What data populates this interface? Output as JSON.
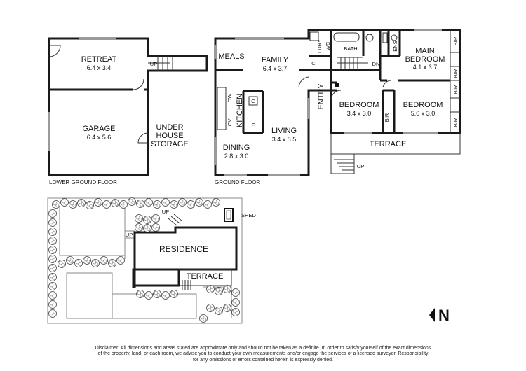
{
  "lower_ground": {
    "caption": "LOWER GROUND FLOOR",
    "retreat": {
      "name": "RETREAT",
      "dims": "6.4 x 3.4"
    },
    "garage": {
      "name": "GARAGE",
      "dims": "6.4 x 5.6"
    },
    "storage": {
      "line1": "UNDER",
      "line2": "HOUSE",
      "line3": "STORAGE"
    },
    "stair_up": "UP"
  },
  "ground": {
    "caption": "GROUND FLOOR",
    "meals": "MEALS",
    "family": {
      "name": "FAMILY",
      "dims": "6.4 x 3.7"
    },
    "kitchen": "KITCHEN",
    "dining": {
      "name": "DINING",
      "dims": "2.8 x 3.0"
    },
    "living": {
      "name": "LIVING",
      "dims": "3.4 x 5.5"
    },
    "entry": "ENTRY",
    "bath": "BATH",
    "ldry": "LDRY",
    "wc": "WC",
    "ens": "ENS",
    "main_bedroom": {
      "line1": "MAIN",
      "line2": "BEDROOM",
      "dims": "4.1 x 3.7"
    },
    "bedroom2": {
      "name": "BEDROOM",
      "dims": "3.4 x 3.0"
    },
    "bedroom3": {
      "name": "BEDROOM",
      "dims": "5.0 x 3.0"
    },
    "terrace": "TERRACE",
    "bir": "BIR",
    "c": "C",
    "f": "F",
    "dw": "DW",
    "ov": "OV",
    "dn": "DN",
    "up": "UP"
  },
  "site": {
    "residence": "RESIDENCE",
    "terrace": "TERRACE",
    "shed": "SHED",
    "up": "UP"
  },
  "north": "N",
  "disclaimer": {
    "line1": "Disclaimer: All dimensions and areas stated are approximate only and should not be taken as a definite. In order to satisfy yourself of the exact dimensions",
    "line2": "of the property, land, or each room, we advise you to conduct your own measurements and/or engage the services of a licensed surveyor. Responsibility",
    "line3": "for any omissions or errors contained herein is expressly denied."
  }
}
